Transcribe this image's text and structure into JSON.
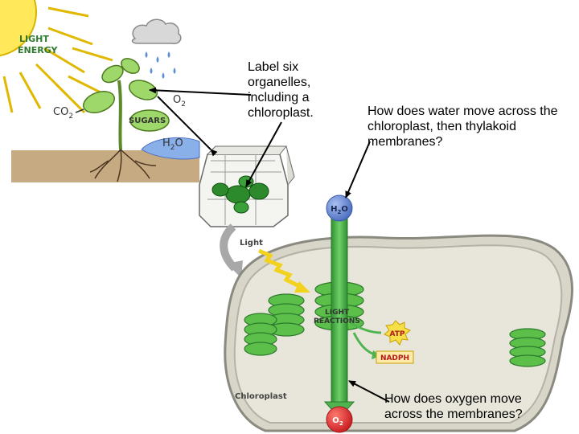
{
  "questions": {
    "organelles": "Label six organelles, including a chloroplast.",
    "water": "How does water move across the chloroplast, then thylakoid membranes?",
    "oxygen": "How does oxygen move across the membranes?"
  },
  "sketch_labels": {
    "light_energy_line1": "LIGHT",
    "light_energy_line2": "ENERGY",
    "co2": "CO",
    "co2_sub": "2",
    "o2": "O",
    "o2_sub": "2",
    "sugars": "SUGARS",
    "h2o": "H",
    "h2o_sub": "2",
    "h2o_tail": "O"
  },
  "diagram_labels": {
    "h2o": "H",
    "h2o_sub": "2",
    "h2o_tail": "O",
    "light": "Light",
    "light_reactions_line1": "LIGHT",
    "light_reactions_line2": "REACTIONS",
    "atp": "ATP",
    "nadph": "NADPH",
    "chloroplast": "Chloroplast",
    "o2": "O",
    "o2_sub": "2"
  },
  "colors": {
    "arrow_green": "#4fb34f",
    "grana_green": "#5cbf4a",
    "stroma_fill": "#e6e4d8",
    "atp_yellow": "#f6e04a",
    "nadph_fill": "#fde9a8",
    "molecule_red": "#e0242a",
    "h2o_blue": "#6f8fd4",
    "soil": "#c6aa82"
  }
}
